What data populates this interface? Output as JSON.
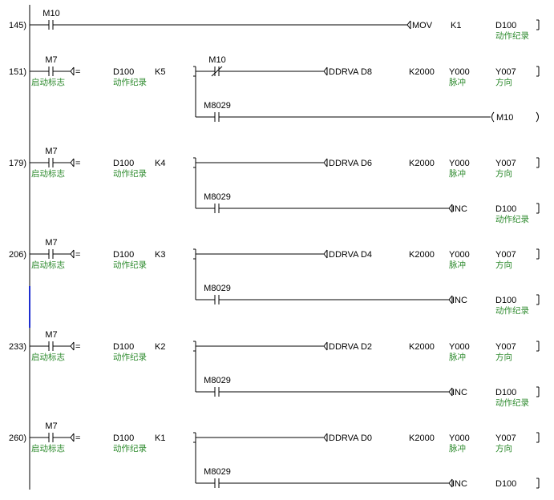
{
  "colors": {
    "wire": "#000000",
    "comment": "#2e8b2e",
    "cursor": "#1f2fd0",
    "background": "#ffffff"
  },
  "rungs": [
    {
      "step": "145)",
      "input_contact": {
        "device": "M10",
        "type": "NO"
      },
      "outputs": [
        {
          "kind": "instruction",
          "operands": [
            "MOV",
            "K1",
            "D100"
          ],
          "comments": [
            "",
            "",
            "动作纪录"
          ]
        }
      ]
    },
    {
      "step": "151)",
      "input_contact": {
        "device": "M7",
        "comment": "启动标志",
        "type": "NO"
      },
      "compare": {
        "op": "[=",
        "s1": "D100",
        "s1_comment": "动作纪录",
        "s2": "K5"
      },
      "outputs": [
        {
          "kind": "instruction",
          "contact": {
            "device": "M10",
            "type": "NC"
          },
          "operands": [
            "DDRVA D8",
            "K2000",
            "Y000",
            "Y007"
          ],
          "comments": [
            "",
            "",
            "脉冲",
            "方向"
          ]
        },
        {
          "kind": "coil",
          "contact": {
            "device": "M8029",
            "type": "NO"
          },
          "coil": {
            "device": "M10"
          }
        }
      ]
    },
    {
      "step": "179)",
      "input_contact": {
        "device": "M7",
        "comment": "启动标志",
        "type": "NO"
      },
      "compare": {
        "op": "[=",
        "s1": "D100",
        "s1_comment": "动作纪录",
        "s2": "K4"
      },
      "outputs": [
        {
          "kind": "instruction",
          "operands": [
            "DDRVA D6",
            "K2000",
            "Y000",
            "Y007"
          ],
          "comments": [
            "",
            "",
            "脉冲",
            "方向"
          ]
        },
        {
          "kind": "instruction",
          "contact": {
            "device": "M8029",
            "type": "NO"
          },
          "operands": [
            "INC",
            "D100"
          ],
          "comments": [
            "",
            "动作纪录"
          ]
        }
      ]
    },
    {
      "step": "206)",
      "input_contact": {
        "device": "M7",
        "comment": "启动标志",
        "type": "NO"
      },
      "compare": {
        "op": "[=",
        "s1": "D100",
        "s1_comment": "动作纪录",
        "s2": "K3"
      },
      "outputs": [
        {
          "kind": "instruction",
          "operands": [
            "DDRVA D4",
            "K2000",
            "Y000",
            "Y007"
          ],
          "comments": [
            "",
            "",
            "脉冲",
            "方向"
          ]
        },
        {
          "kind": "instruction",
          "contact": {
            "device": "M8029",
            "type": "NO"
          },
          "operands": [
            "INC",
            "D100"
          ],
          "comments": [
            "",
            "动作纪录"
          ]
        }
      ]
    },
    {
      "step": "233)",
      "input_contact": {
        "device": "M7",
        "comment": "启动标志",
        "type": "NO"
      },
      "compare": {
        "op": "[=",
        "s1": "D100",
        "s1_comment": "动作纪录",
        "s2": "K2"
      },
      "outputs": [
        {
          "kind": "instruction",
          "operands": [
            "DDRVA D2",
            "K2000",
            "Y000",
            "Y007"
          ],
          "comments": [
            "",
            "",
            "脉冲",
            "方向"
          ]
        },
        {
          "kind": "instruction",
          "contact": {
            "device": "M8029",
            "type": "NO"
          },
          "operands": [
            "INC",
            "D100"
          ],
          "comments": [
            "",
            "动作纪录"
          ]
        }
      ]
    },
    {
      "step": "260)",
      "input_contact": {
        "device": "M7",
        "comment": "启动标志",
        "type": "NO"
      },
      "compare": {
        "op": "[=",
        "s1": "D100",
        "s1_comment": "动作纪录",
        "s2": "K1"
      },
      "outputs": [
        {
          "kind": "instruction",
          "operands": [
            "DDRVA D0",
            "K2000",
            "Y000",
            "Y007"
          ],
          "comments": [
            "",
            "",
            "脉冲",
            "方向"
          ]
        },
        {
          "kind": "instruction",
          "contact": {
            "device": "M8029",
            "type": "NO"
          },
          "operands": [
            "INC",
            "D100"
          ],
          "comments": [
            "",
            ""
          ]
        }
      ]
    }
  ]
}
